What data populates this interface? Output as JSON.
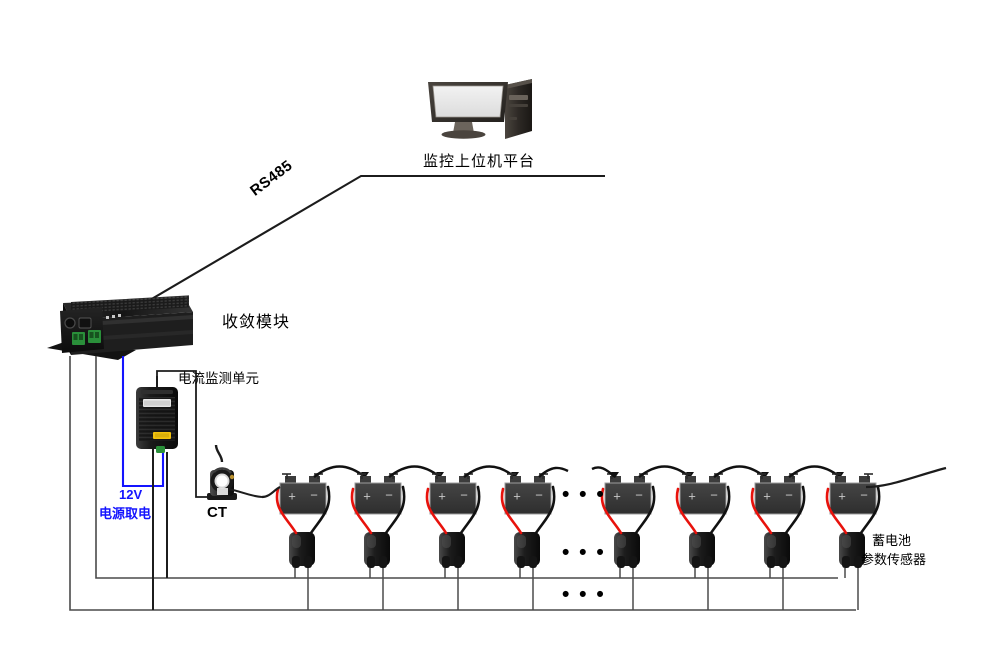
{
  "diagram": {
    "title_monitor": "监控上位机平台",
    "label_convergence_module": "收敛模块",
    "label_rs485": "RS485",
    "label_ct": "CT",
    "label_12v": "12V",
    "label_power_take": "电源取电",
    "label_current_monitor_unit": "电流监测单元",
    "label_battery_sensor_line1": "蓄电池",
    "label_battery_sensor_line2": "参数传感器",
    "ellipsis": "• • •",
    "battery_plus": "+",
    "battery_minus": "−",
    "colors": {
      "wire_black": "#111111",
      "wire_red": "#e8120c",
      "wire_blue": "#1414ff",
      "battery_body": "#3a3a3a",
      "device_black": "#1b1b1b",
      "line_gray": "#4a4a4a"
    },
    "batteries_left_count": 4,
    "batteries_right_count": 4
  }
}
